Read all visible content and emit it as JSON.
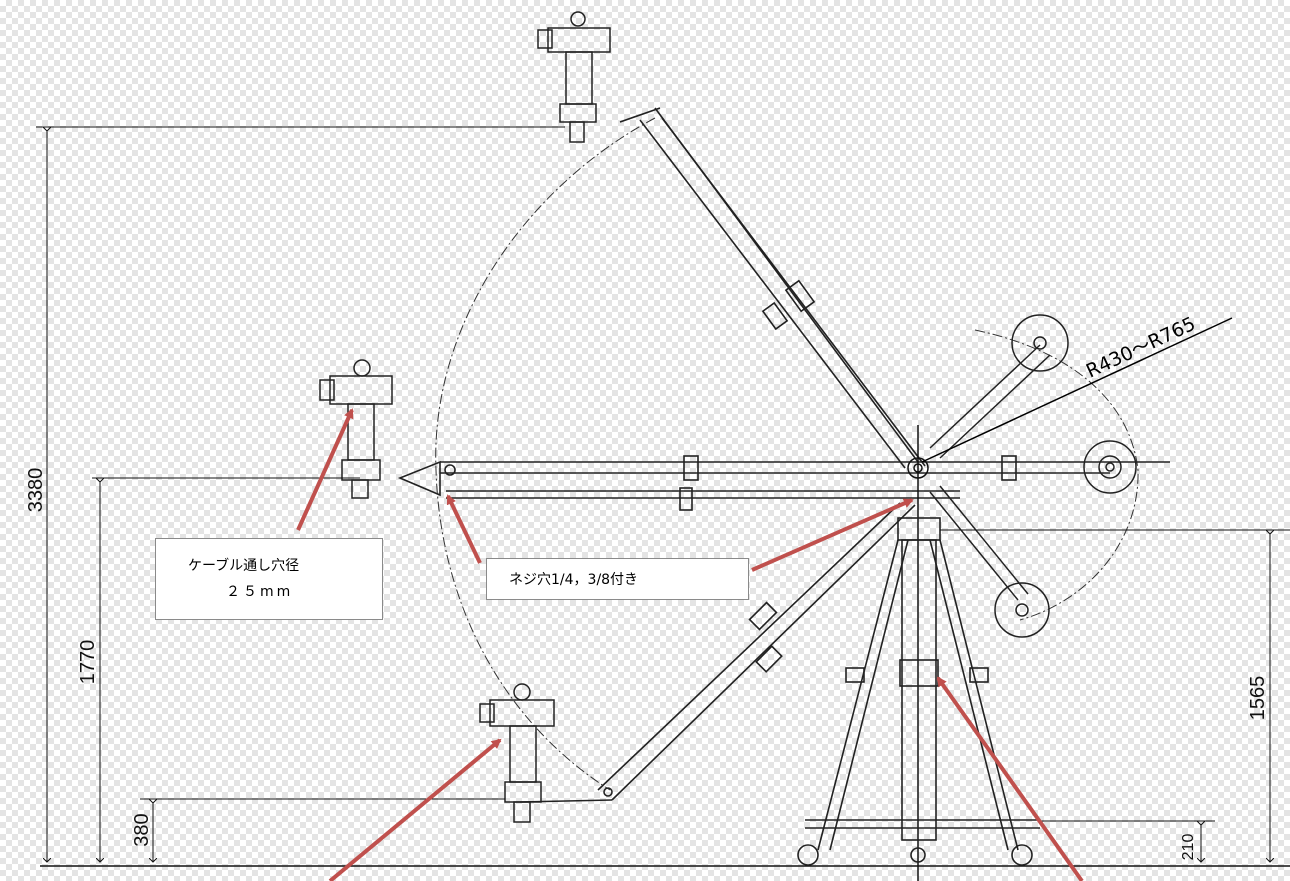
{
  "dimensions": {
    "total_height": "3380",
    "pivot_height": "1770",
    "low_camera_height": "380",
    "tripod_height": "1565",
    "caster_height": "210"
  },
  "radius_label": "R430〜R765",
  "callouts": {
    "cable_hole_line1": "ケーブル通し穴径",
    "cable_hole_line2": "２５mm",
    "screw_holes": "ネジ穴1/4，3/8付き"
  },
  "colors": {
    "arrow": "#c0504d",
    "line": "#111111",
    "checker": "#e4e4e4"
  }
}
